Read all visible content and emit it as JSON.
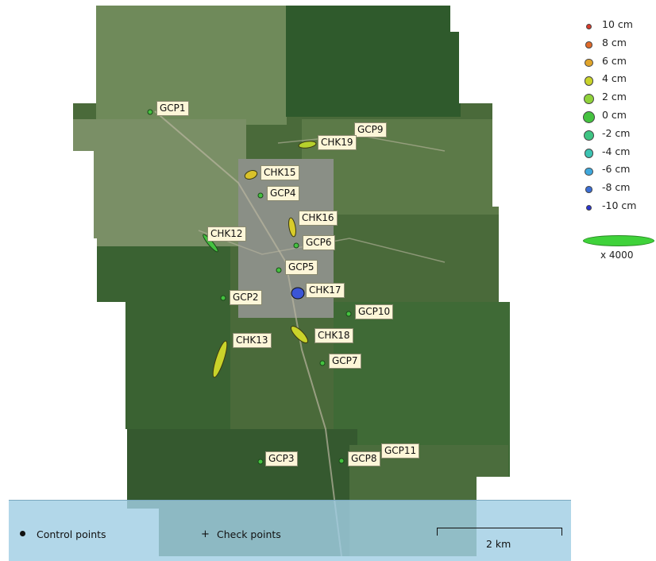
{
  "legend": {
    "error_scale": [
      {
        "label": "10 cm",
        "color": "#d93a2b"
      },
      {
        "label": "8 cm",
        "color": "#e06a2a"
      },
      {
        "label": "6 cm",
        "color": "#e0a42a"
      },
      {
        "label": "4 cm",
        "color": "#c9d32a"
      },
      {
        "label": "2 cm",
        "color": "#8fd23a"
      },
      {
        "label": "0 cm",
        "color": "#45c240"
      },
      {
        "label": "-2 cm",
        "color": "#3fc483"
      },
      {
        "label": "-4 cm",
        "color": "#3cc3b2"
      },
      {
        "label": "-6 cm",
        "color": "#3fa8dc"
      },
      {
        "label": "-8 cm",
        "color": "#3b6fd6"
      },
      {
        "label": "-10 cm",
        "color": "#2b35d0"
      }
    ],
    "ellipse_scale_label": "x 4000",
    "control_points_label": "Control points",
    "check_points_label": "Check points",
    "scale_bar_label": "2 km"
  },
  "points": [
    {
      "name": "GCP1",
      "kind": "control",
      "color": "#45c240"
    },
    {
      "name": "GCP9",
      "kind": "control",
      "color": "#45c240"
    },
    {
      "name": "CHK19",
      "kind": "check",
      "color": "#b6d12c"
    },
    {
      "name": "CHK15",
      "kind": "check",
      "color": "#d9c22a"
    },
    {
      "name": "GCP4",
      "kind": "control",
      "color": "#45c240"
    },
    {
      "name": "CHK16",
      "kind": "check",
      "color": "#d9cc2a"
    },
    {
      "name": "CHK12",
      "kind": "check",
      "color": "#45c240"
    },
    {
      "name": "GCP6",
      "kind": "control",
      "color": "#45c240"
    },
    {
      "name": "GCP5",
      "kind": "control",
      "color": "#45c240"
    },
    {
      "name": "CHK17",
      "kind": "check",
      "color": "#3b55d6"
    },
    {
      "name": "GCP2",
      "kind": "control",
      "color": "#45c240"
    },
    {
      "name": "GCP10",
      "kind": "control",
      "color": "#45c240"
    },
    {
      "name": "CHK13",
      "kind": "check",
      "color": "#c9d32a"
    },
    {
      "name": "CHK18",
      "kind": "check",
      "color": "#c9d32a"
    },
    {
      "name": "GCP7",
      "kind": "control",
      "color": "#45c240"
    },
    {
      "name": "GCP3",
      "kind": "control",
      "color": "#45c240"
    },
    {
      "name": "GCP8",
      "kind": "control",
      "color": "#45c240"
    },
    {
      "name": "GCP11",
      "kind": "control",
      "color": "#45c240"
    }
  ]
}
